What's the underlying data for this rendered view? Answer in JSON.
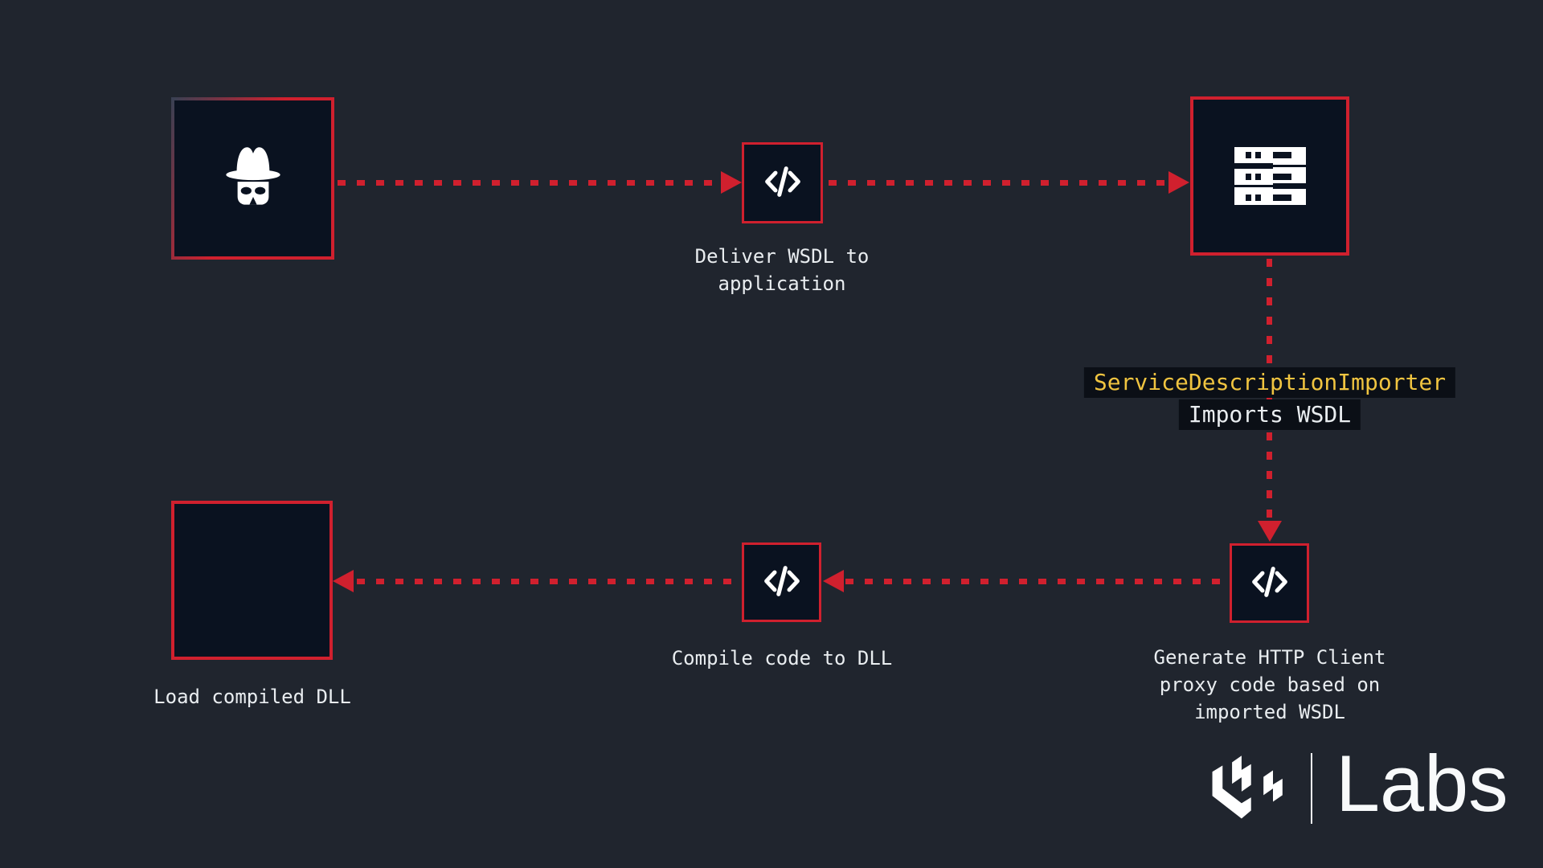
{
  "colors": {
    "background": "#20252e",
    "node_fill": "#0a1220",
    "accent_red": "#d0202e",
    "accent_yellow": "#f0c440",
    "chip_bg": "#0b0f16",
    "text": "#e9edf0"
  },
  "nodes": {
    "attacker": {
      "icon": "spy-icon"
    },
    "deliver": {
      "icon": "code-icon",
      "label": "Deliver WSDL to application"
    },
    "server": {
      "icon": "server-rack-icon"
    },
    "generate": {
      "icon": "code-icon",
      "label": "Generate HTTP Client proxy code based on imported WSDL"
    },
    "compile": {
      "icon": "code-icon",
      "label": "Compile code to DLL"
    },
    "load": {
      "icon": "archive-icon",
      "label": "Load compiled DLL"
    }
  },
  "annotations": {
    "importer_class": "ServiceDescriptionImporter",
    "importer_action": "Imports WSDL"
  },
  "logo": {
    "wordmark": "Labs"
  }
}
